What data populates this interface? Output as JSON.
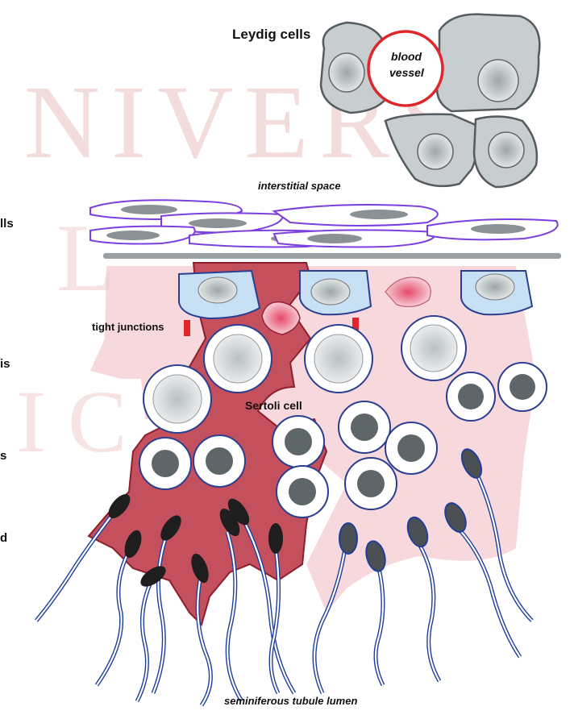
{
  "watermark": {
    "text": "NIVERS",
    "color": "#f3dcdc"
  },
  "labels": {
    "leydig": "Leydig cells",
    "blood_vessel": [
      "blood",
      "vessel"
    ],
    "interstitial": "interstitial space",
    "tight_junctions": "tight junctions",
    "sertoli": "Sertoli cell",
    "lumen": "seminiferous tubule lumen"
  },
  "cropped_left_labels": [
    "lls",
    "is",
    "s",
    "d"
  ],
  "colors": {
    "leydig_fill": "#c8cdd0",
    "blood_vessel_ring": "#e0262b",
    "myoid_outline": "#7b3fe0",
    "basement_membrane": "#9aa0a4",
    "sertoli_dark": "#c4505e",
    "sertoli_light": "#f4c7cf",
    "spermatogonia_fill": "#c7e0f4",
    "cell_outline": "#2a3f8f",
    "nucleus_dark": "#5e6669",
    "spermatid_head": "#1e1e1e"
  }
}
